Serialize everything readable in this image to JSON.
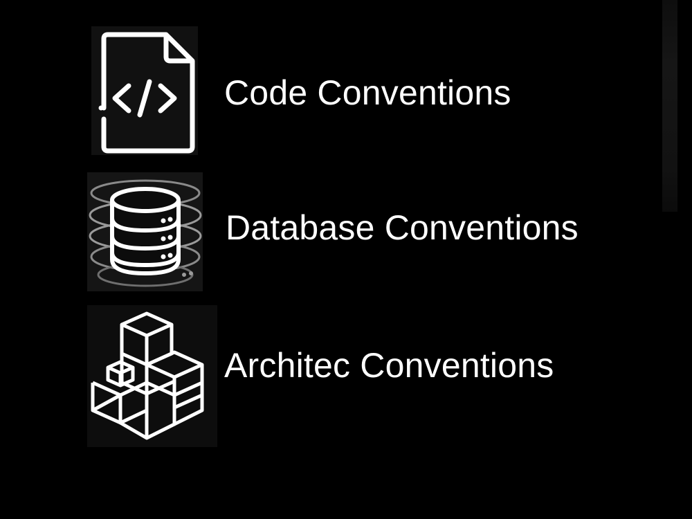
{
  "items": [
    {
      "label": "Code Conventions",
      "icon": "code-file-icon"
    },
    {
      "label": "Database Conventions",
      "icon": "database-icon"
    },
    {
      "label": "Architec Conventions",
      "icon": "stacked-cubes-icon"
    }
  ],
  "colors": {
    "background": "#000000",
    "text": "#ffffff",
    "icon_tile": "#101010"
  }
}
